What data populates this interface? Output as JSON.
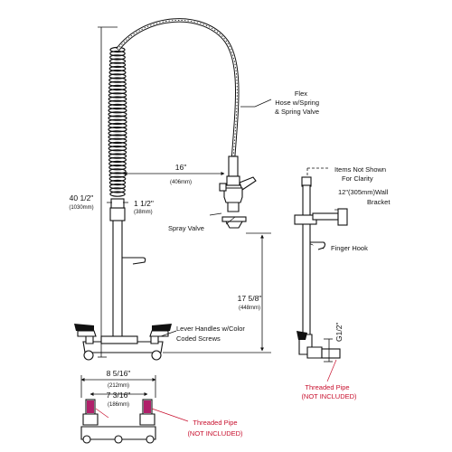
{
  "labels": {
    "flex_hose_line1": "Flex",
    "flex_hose_line2": "Hose w/Spring",
    "flex_hose_line3": "& Spring Valve",
    "items_not_shown_line1": "Items Not Shown",
    "items_not_shown_line2": "For Clarity",
    "wall_bracket_line1": "12\"(305mm)Wall",
    "wall_bracket_line2": "Bracket",
    "spray_valve": "Spray Valve",
    "finger_hook": "Finger Hook",
    "lever_handles_line1": "Lever Handles w/Color",
    "lever_handles_line2": "Coded Screws",
    "threaded_pipe_right": "Threaded Pipe",
    "not_included_right": "(NOT INCLUDED)",
    "threaded_pipe_bottom": "Threaded Pipe",
    "not_included_bottom": "(NOT INCLUDED)"
  },
  "dimensions": {
    "height_total": "40 1/2\"",
    "height_total_mm": "(1030mm)",
    "reach": "16\"",
    "reach_mm": "(406mm)",
    "pipe_size": "1 1/2\"",
    "pipe_size_mm": "(38mm)",
    "spray_height": "17 5/8\"",
    "spray_height_mm": "(448mm)",
    "inlet_thread": "G1/2\"",
    "centers_outer": "8 5/16\"",
    "centers_outer_mm": "(212mm)",
    "centers_inner": "7 3/16\"",
    "centers_inner_mm": "(186mm)"
  },
  "colors": {
    "line": "#111111",
    "callout_red": "#c8102e",
    "pipe_magenta": "#b0206a"
  }
}
